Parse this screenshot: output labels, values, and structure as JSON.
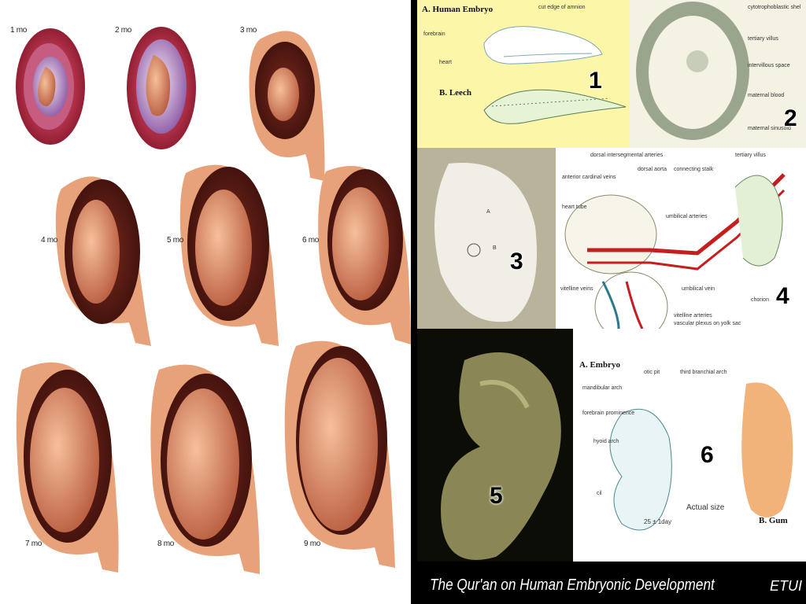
{
  "fetal_stages": [
    {
      "label": "1 mo"
    },
    {
      "label": "2 mo"
    },
    {
      "label": "3 mo"
    },
    {
      "label": "4 mo"
    },
    {
      "label": "5 mo"
    },
    {
      "label": "6 mo"
    },
    {
      "label": "7 mo"
    },
    {
      "label": "8 mo"
    },
    {
      "label": "9 mo"
    }
  ],
  "panel1": {
    "number": "1",
    "title_a": "A. Human Embryo",
    "title_b": "B. Leech",
    "labels": [
      "cut edge of amnion",
      "forebrain",
      "heart"
    ]
  },
  "panel2": {
    "number": "2",
    "labels": [
      "cytotrophoblastic shel",
      "tertiary villus",
      "intervillous space",
      "maternal blood",
      "maternal sinusoid"
    ]
  },
  "panel3": {
    "number": "3",
    "labels": [
      "A",
      "B"
    ]
  },
  "panel4": {
    "number": "4",
    "labels": [
      "dorsal intersegmental arteries",
      "anterior cardinal veins",
      "dorsal aorta",
      "connecting stalk",
      "tertiary villus",
      "heart tube",
      "umbilical arteries",
      "vitelline veins",
      "umbilical vein",
      "chorion",
      "vitelline arteries",
      "vascular plexus on yolk sac"
    ]
  },
  "panel5": {
    "number": "5"
  },
  "panel6": {
    "number": "6",
    "title_a": "A. Embryo",
    "title_b": "B. Gum",
    "labels": [
      "otic pit",
      "third branchial arch",
      "mandibular arch",
      "forebrain prominence",
      "hyoid arch",
      "cil",
      "Actual size",
      "25 ± 1day"
    ]
  },
  "footer": {
    "title": "The Qur'an on Human Embryonic Development",
    "mark": "ETUI"
  },
  "colors": {
    "uterus_outer": "#a8283a",
    "uterus_mid": "#c95a63",
    "fetus": "#e0906a",
    "amnion_wall": "#f3c39a",
    "panel1_bg": "#fbf6a8",
    "panel2_bg": "#f4f2e2",
    "panel5_bg": "#0b0d06",
    "artery": "#c41e1e",
    "vein": "#2a7a8c"
  }
}
